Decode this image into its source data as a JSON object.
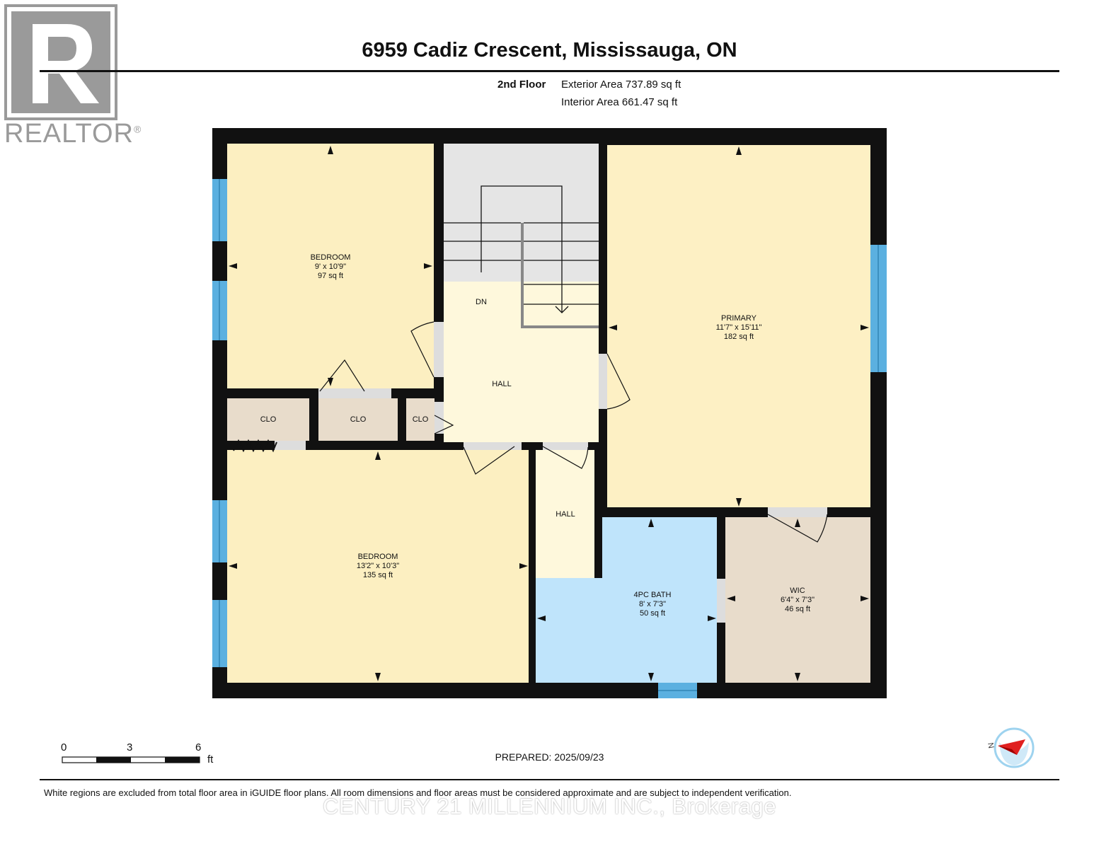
{
  "header": {
    "title": "6959 Cadiz Crescent, Mississauga, ON",
    "floor_name": "2nd Floor",
    "exterior_area": "Exterior Area 737.89 sq ft",
    "interior_area": "Interior Area 661.47 sq ft"
  },
  "logo": {
    "brand_text": "REALTOR",
    "registered_mark": "®"
  },
  "rooms": {
    "bedroom_1": {
      "name": "BEDROOM",
      "dims": "9' x 10'9\"",
      "area": "97 sq ft"
    },
    "primary": {
      "name": "PRIMARY",
      "dims": "11'7\" x 15'11\"",
      "area": "182 sq ft"
    },
    "bedroom_2": {
      "name": "BEDROOM",
      "dims": "13'2\" x 10'3\"",
      "area": "135 sq ft"
    },
    "bath": {
      "name": "4PC BATH",
      "dims": "8' x 7'3\"",
      "area": "50 sq ft"
    },
    "wic": {
      "name": "WIC",
      "dims": "6'4\" x 7'3\"",
      "area": "46 sq ft"
    },
    "hall_1": {
      "name": "HALL"
    },
    "hall_2": {
      "name": "HALL"
    },
    "closet_1": {
      "name": "CLO"
    },
    "closet_2": {
      "name": "CLO"
    },
    "closet_3": {
      "name": "CLO"
    },
    "stairs_label": "DN"
  },
  "colors": {
    "bedroom": "#fcefc1",
    "primary": "#fdf0c4",
    "hall": "#fef8dc",
    "bath": "#bfe4fb",
    "wic": "#e8dccb",
    "closet": "#e8dccb",
    "stairs": "#e5e5e5",
    "wall": "#111111",
    "window": "#5bb0e0"
  },
  "scale_bar": {
    "labels": [
      "0",
      "3",
      "6"
    ],
    "unit": "ft"
  },
  "compass": {
    "label": "N"
  },
  "footer": {
    "prepared": "PREPARED: 2025/09/23",
    "disclaimer": "White regions are excluded from total floor area in iGUIDE floor plans. All room dimensions and floor areas must be considered approximate and are subject to independent verification.",
    "brokerage": "CENTURY 21 MILLENNIUM INC., Brokerage"
  }
}
